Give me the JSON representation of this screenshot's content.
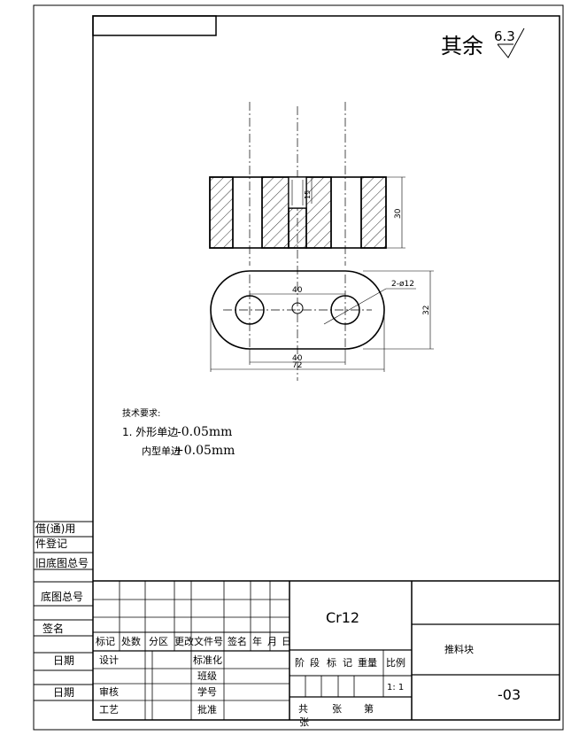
{
  "roughness": {
    "prefix": "其余",
    "value": "6.3"
  },
  "dimensions": {
    "hole_depth": "15",
    "height": "30",
    "hole_spacing_top": "40",
    "hole_callout": "2-ø12",
    "width": "32",
    "hole_spacing_bottom": "40",
    "length": "72"
  },
  "tech_notes": {
    "heading": "技术要求:",
    "line1_label": "1. 外形单边",
    "line1_value": "-0.05mm",
    "line2_label": "内型单边",
    "line2_value": "+0.05mm"
  },
  "side_labels": {
    "borrow_use": "借(通)用",
    "registration": "件登记",
    "old_base_no": "旧底图总号",
    "base_no": "底图总号",
    "signature": "签名",
    "date1": "日期",
    "date2": "日期"
  },
  "title_block": {
    "material": "Cr12",
    "part_name": "推料块",
    "drawing_no": "-03",
    "scale": "1: 1",
    "rev_headers": [
      "标记",
      "处数",
      "分区",
      "更改文件号",
      "签名",
      "年",
      "月",
      "日"
    ],
    "design": "设计",
    "standardize": "标准化",
    "class": "班级",
    "review": "审核",
    "student_no": "学号",
    "process": "工艺",
    "approve": "批准",
    "stage_headers": [
      "阶",
      "段",
      "标",
      "记",
      "重量",
      "比例"
    ],
    "sheet_total": "共",
    "sheet_word": "张",
    "sheet_no": "第",
    "sheet_word2": "张"
  }
}
